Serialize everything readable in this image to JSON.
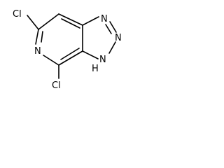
{
  "molecule": {
    "atoms": {
      "cl_top": "Cl",
      "n_pyridine": "N",
      "cl_bottom": "Cl",
      "n_triazole_1": "N",
      "n_triazole_2": "N",
      "nh_triazole": "N",
      "nh_hydrogen": "H"
    }
  },
  "colors": {
    "bond": "#000000",
    "label": "#000000",
    "background": "#ffffff"
  }
}
